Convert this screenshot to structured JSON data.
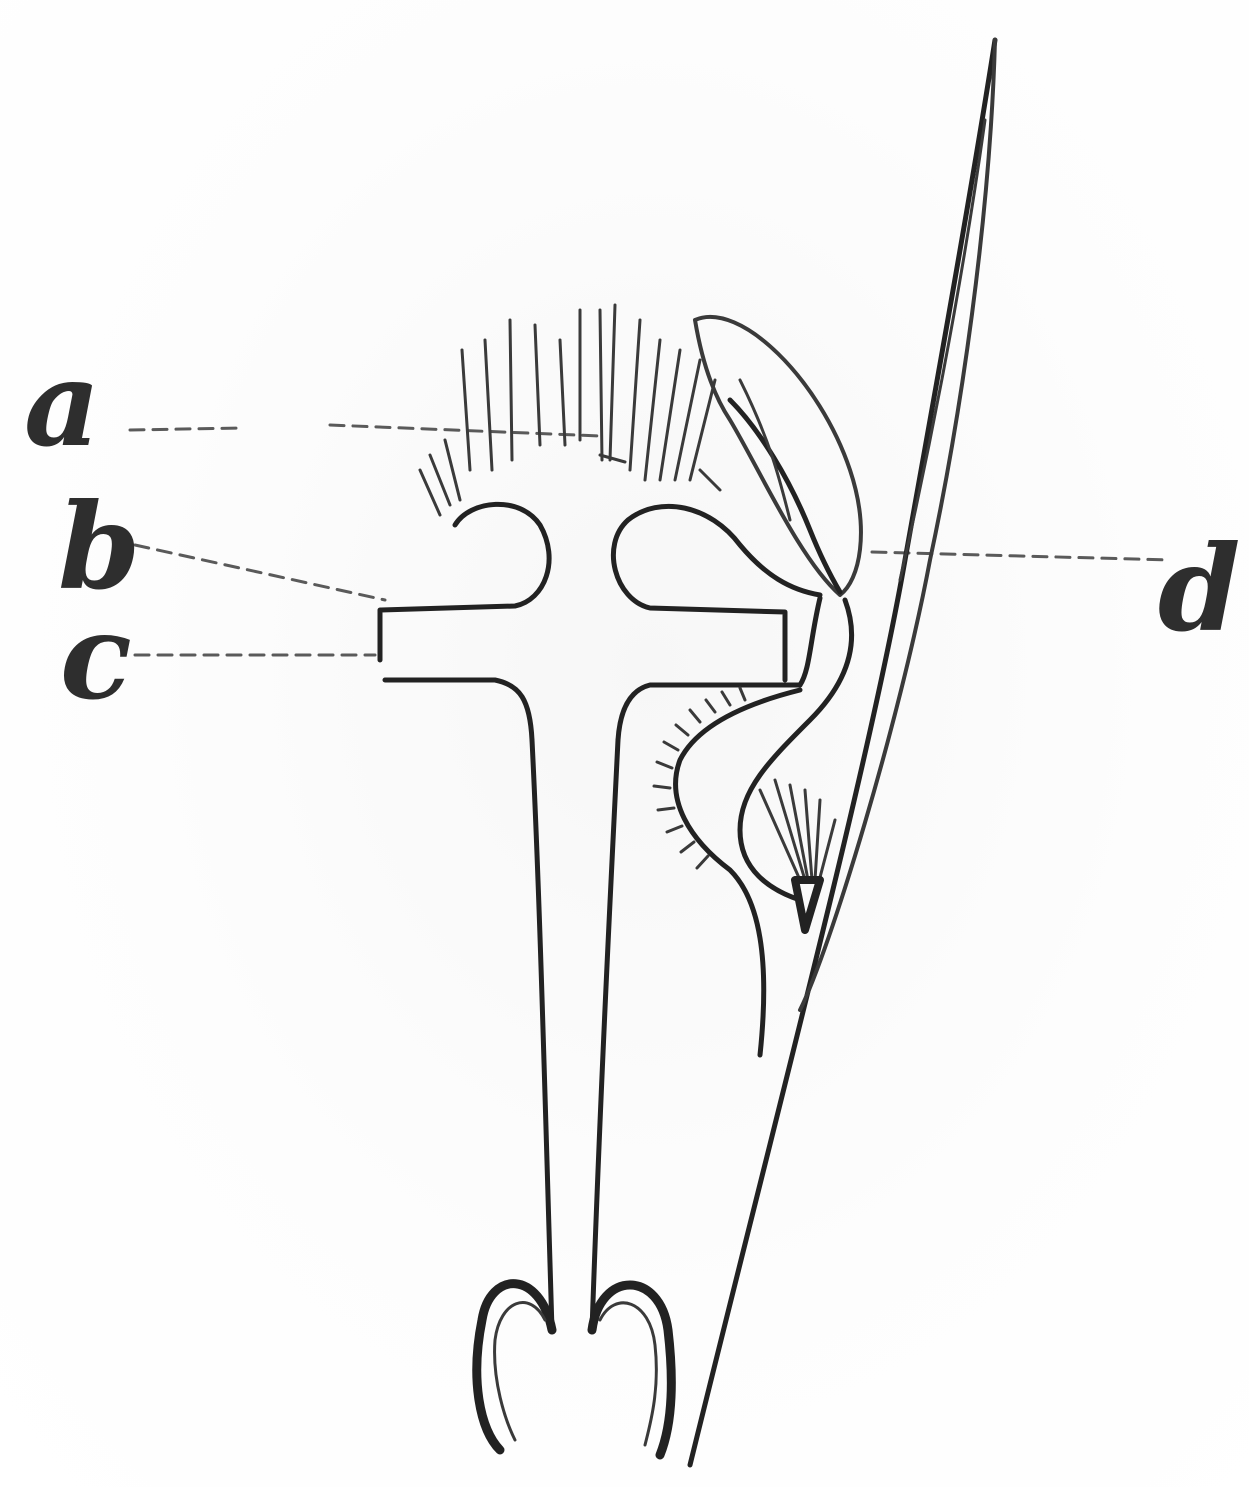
{
  "figure": {
    "labels": {
      "a": "a",
      "b": "b",
      "c": "c",
      "d": "d"
    },
    "ink_color": "#3a3a3a",
    "background_color": "#ffffff"
  }
}
